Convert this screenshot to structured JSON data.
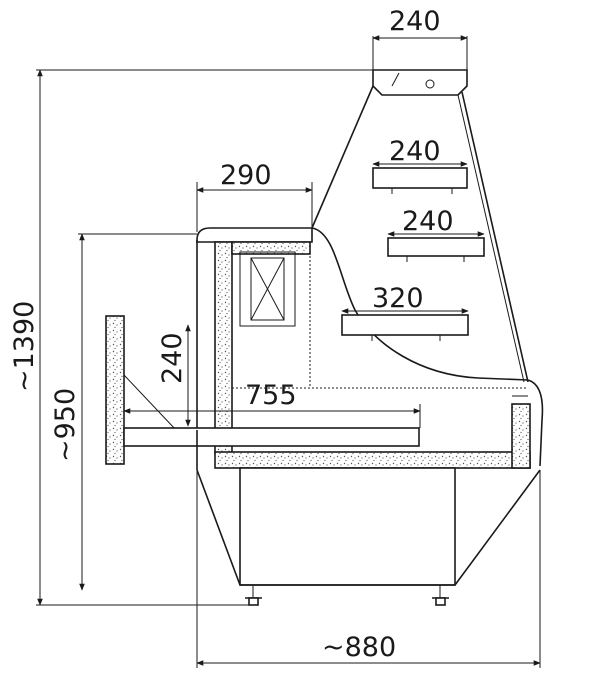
{
  "dimensions": {
    "top_width": "240",
    "shelf1": "240",
    "shelf2": "240",
    "shelf3": "320",
    "counter_width": "290",
    "worktop_depth": "755",
    "worktop_height": "240",
    "total_height": "~1390",
    "counter_height": "~950",
    "total_depth": "~880"
  },
  "colors": {
    "line": "#1a1a1a",
    "speckle": "#555555"
  }
}
